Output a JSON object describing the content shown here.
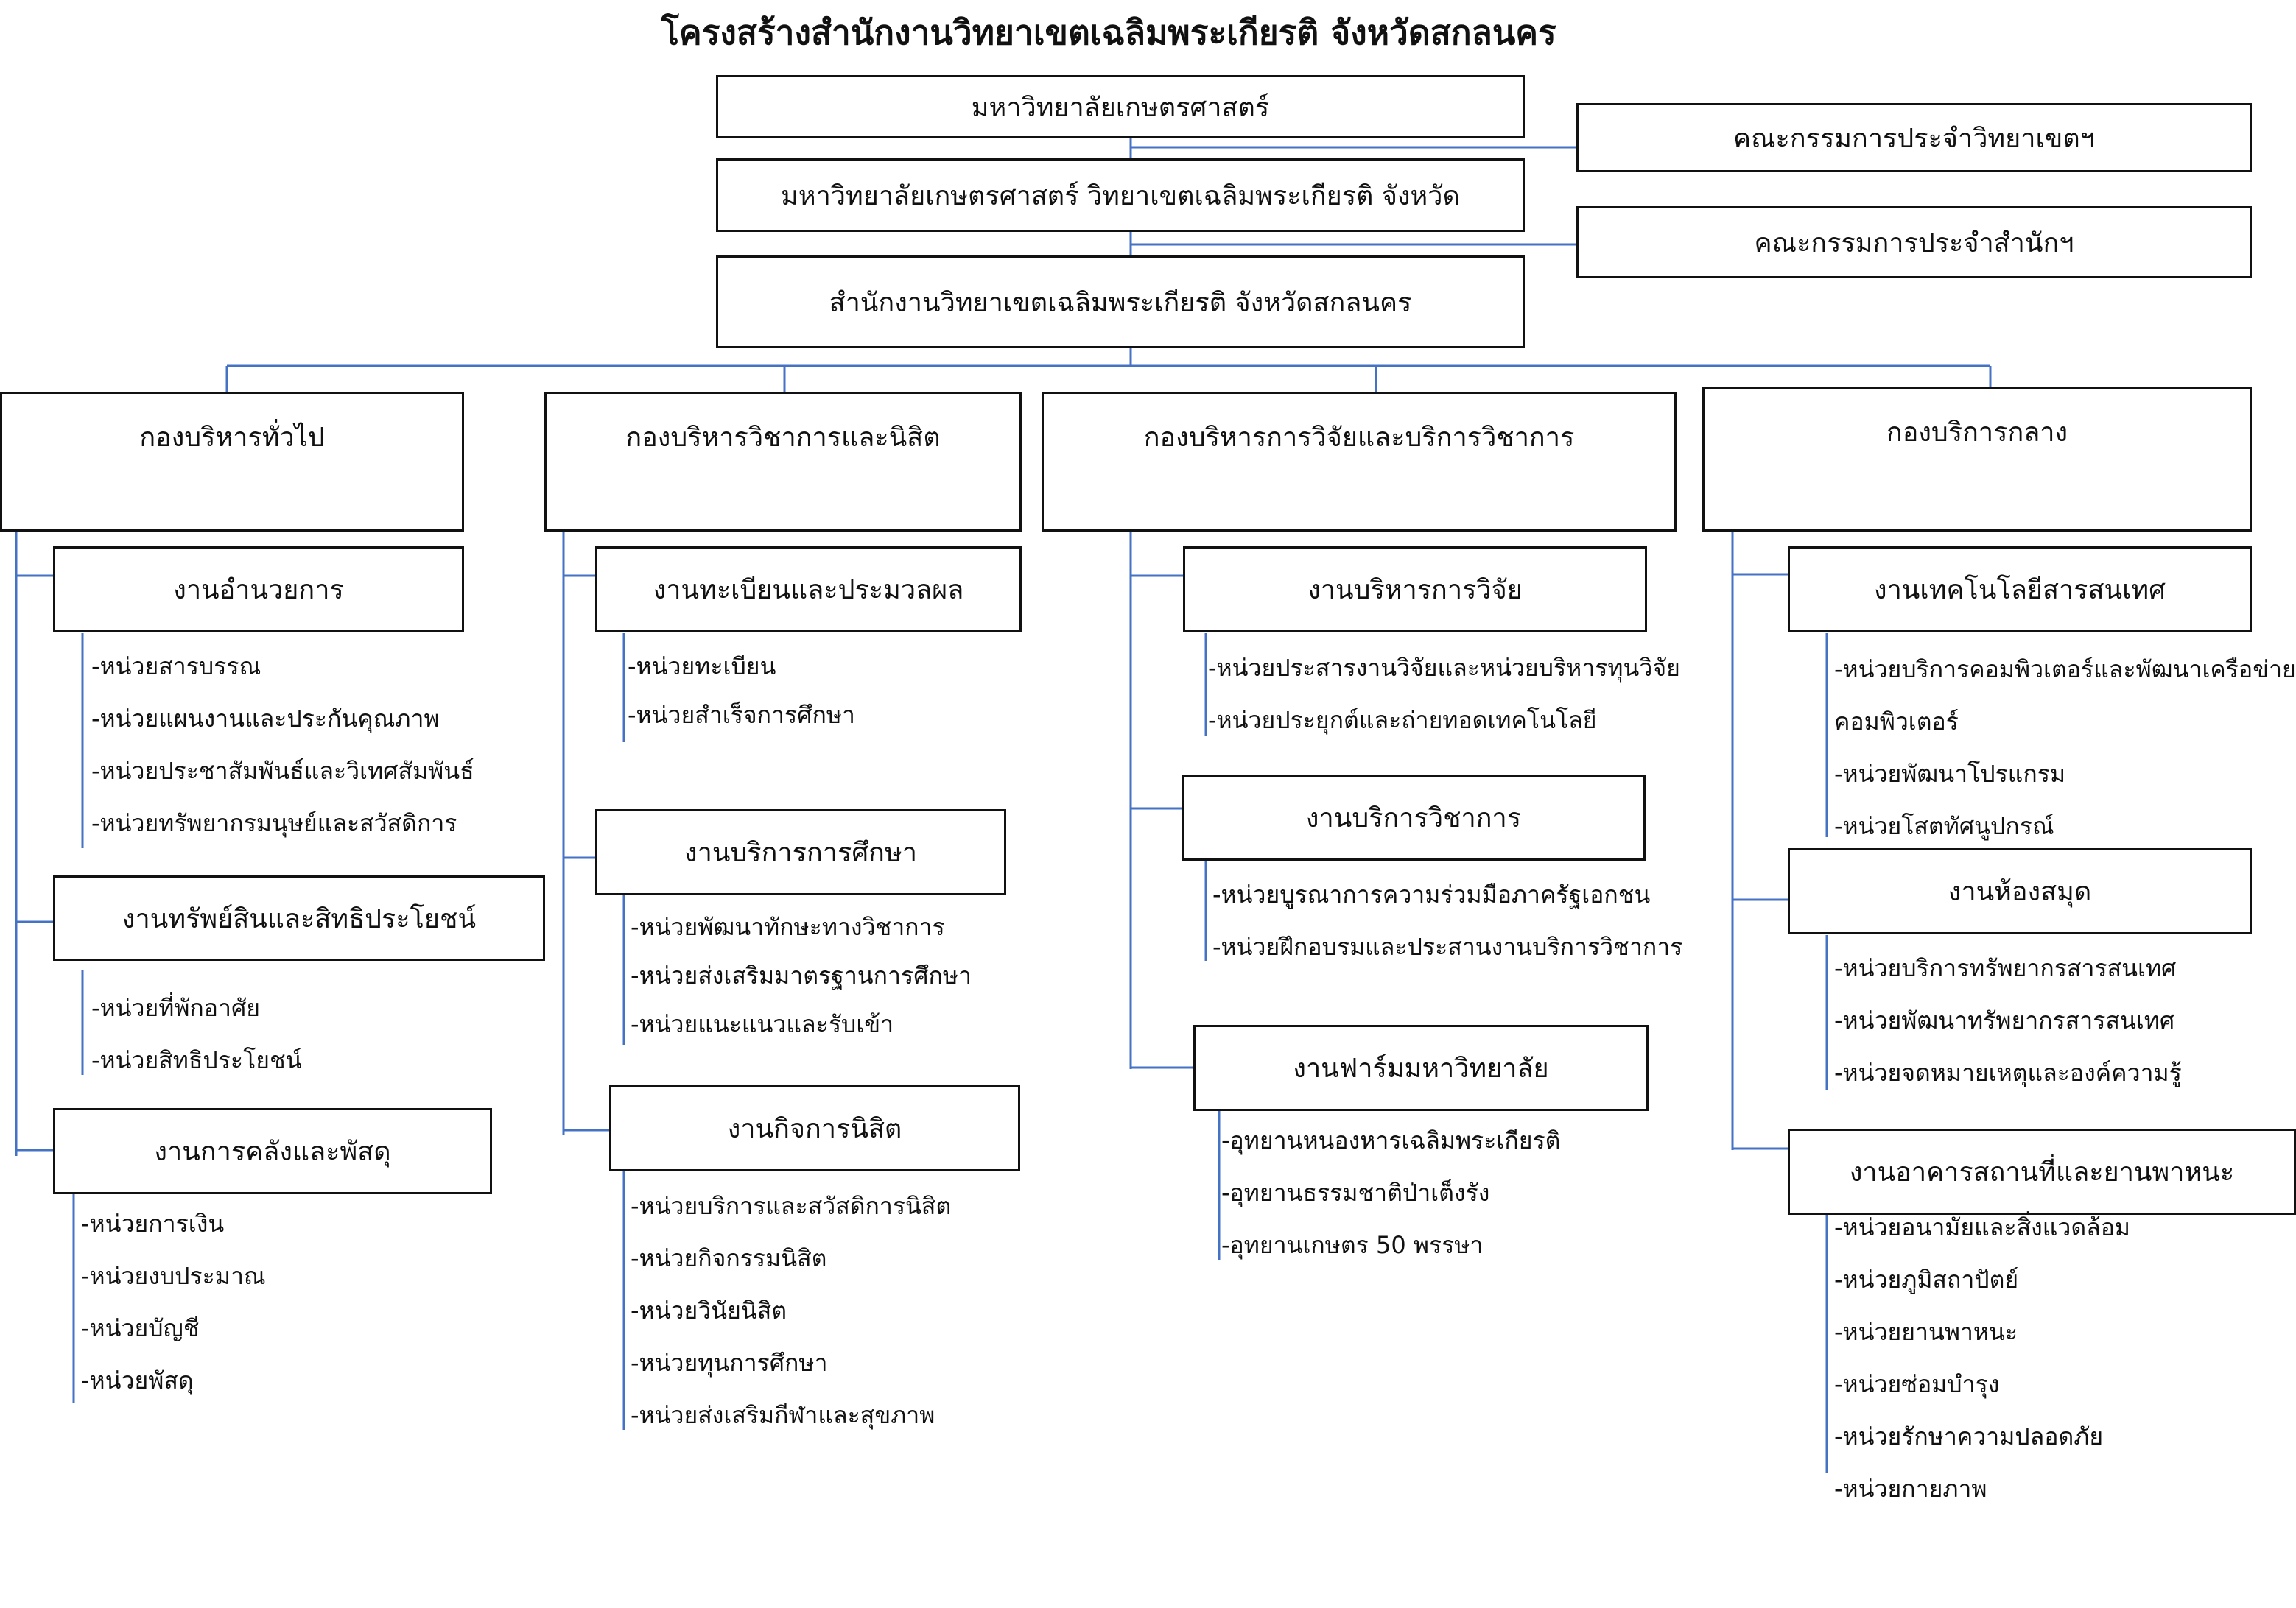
{
  "title": "โครงสร้างสำนักงานวิทยาเขตเฉลิมพระเกียรติ จังหวัดสกลนคร",
  "line_color": "#4472c4",
  "top_chain": [
    "มหาวิทยาลัยเกษตรศาสตร์",
    "มหาวิทยาลัยเกษตรศาสตร์ วิทยาเขตเฉลิมพระเกียรติ จังหวัด",
    "สำนักงานวิทยาเขตเฉลิมพระเกียรติ จังหวัดสกลนคร"
  ],
  "committees": [
    "คณะกรรมการประจำวิทยาเขตฯ",
    "คณะกรรมการประจำสำนักฯ"
  ],
  "divisions": [
    {
      "name": "กองบริหารทั่วไป",
      "sections": [
        {
          "name": "งานอำนวยการ",
          "units": [
            "-หน่วยสารบรรณ",
            "-หน่วยแผนงานและประกันคุณภาพ",
            "-หน่วยประชาสัมพันธ์และวิเทศสัมพันธ์",
            "-หน่วยทรัพยากรมนุษย์และสวัสดิการ"
          ]
        },
        {
          "name": "งานทรัพย์สินและสิทธิประโยชน์",
          "units": [
            "-หน่วยที่พักอาศัย",
            "-หน่วยสิทธิประโยชน์"
          ]
        },
        {
          "name": "งานการคลังและพัสดุ",
          "units": [
            "-หน่วยการเงิน",
            "-หน่วยงบประมาณ",
            "-หน่วยบัญชี",
            "-หน่วยพัสดุ"
          ]
        }
      ]
    },
    {
      "name": "กองบริหารวิชาการและนิสิต",
      "sections": [
        {
          "name": "งานทะเบียนและประมวลผล",
          "units": [
            "-หน่วยทะเบียน",
            "-หน่วยสำเร็จการศึกษา"
          ]
        },
        {
          "name": "งานบริการการศึกษา",
          "units": [
            "-หน่วยพัฒนาทักษะทางวิชาการ",
            "-หน่วยส่งเสริมมาตรฐานการศึกษา",
            "-หน่วยแนะแนวและรับเข้า"
          ]
        },
        {
          "name": "งานกิจการนิสิต",
          "units": [
            "-หน่วยบริการและสวัสดิการนิสิต",
            "-หน่วยกิจกรรมนิสิต",
            "-หน่วยวินัยนิสิต",
            "-หน่วยทุนการศึกษา",
            "-หน่วยส่งเสริมกีฬาและสุขภาพ"
          ]
        }
      ]
    },
    {
      "name": "กองบริหารการวิจัยและบริการวิชาการ",
      "sections": [
        {
          "name": "งานบริหารการวิจัย",
          "units": [
            "-หน่วยประสารงานวิจัยและหน่วยบริหารทุนวิจัย",
            "-หน่วยประยุกต์และถ่ายทอดเทคโนโลยี"
          ]
        },
        {
          "name": "งานบริการวิชาการ",
          "units": [
            "-หน่วยบูรณาการความร่วมมือภาครัฐเอกชน",
            "-หน่วยฝึกอบรมและประสานงานบริการวิชาการ"
          ]
        },
        {
          "name": "งานฟาร์มมหาวิทยาลัย",
          "units": [
            "-อุทยานหนองหารเฉลิมพระเกียรติ",
            "-อุทยานธรรมชาติป่าเต็งรัง",
            "-อุทยานเกษตร 50 พรรษา"
          ]
        }
      ]
    },
    {
      "name": "กองบริการกลาง",
      "sections": [
        {
          "name": "งานเทคโนโลยีสารสนเทศ",
          "units": [
            "-หน่วยบริการคอมพิวเตอร์และพัฒนาเครือข่าย",
            "คอมพิวเตอร์",
            "-หน่วยพัฒนาโปรแกรม",
            "-หน่วยโสตทัศนูปกรณ์"
          ]
        },
        {
          "name": "งานห้องสมุด",
          "units": [
            "-หน่วยบริการทรัพยากรสารสนเทศ",
            "-หน่วยพัฒนาทรัพยากรสารสนเทศ",
            "-หน่วยจดหมายเหตุและองค์ความรู้"
          ]
        },
        {
          "name": "งานอาคารสถานที่และยานพาหนะ",
          "units": [
            "-หน่วยอนามัยและสิ่งแวดล้อม",
            "-หน่วยภูมิสถาปัตย์",
            "-หน่วยยานพาหนะ",
            "-หน่วยซ่อมบำรุง",
            "-หน่วยรักษาความปลอดภัย",
            "-หน่วยกายภาพ"
          ]
        }
      ]
    }
  ]
}
